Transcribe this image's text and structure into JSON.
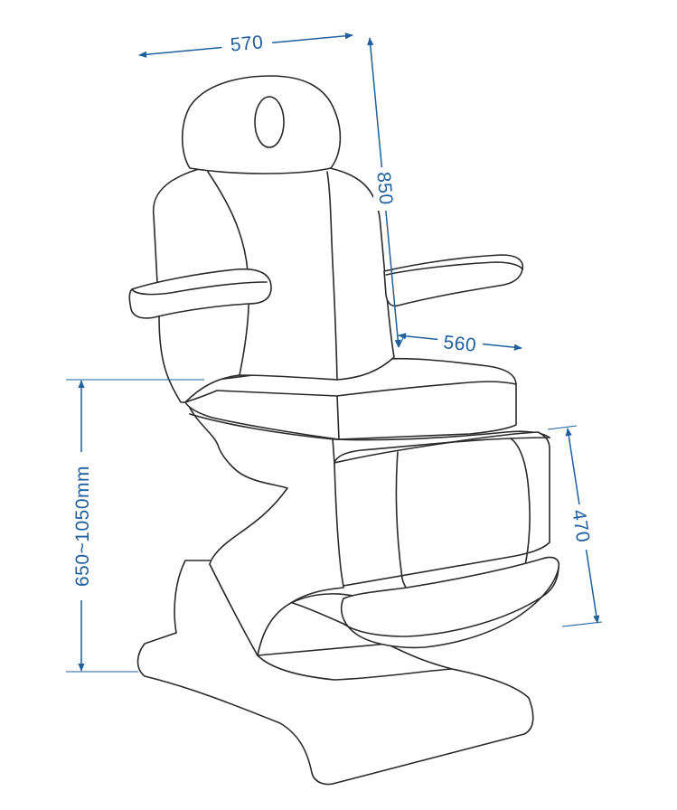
{
  "dimensions": {
    "width_label": "570",
    "backrest_label": "850",
    "seat_depth_label": "560",
    "height_label": "650~1050mm",
    "leg_label": "470"
  },
  "colors": {
    "dimension": "#1f5f9e",
    "outline": "#2a2a2a",
    "background": "#ffffff"
  }
}
